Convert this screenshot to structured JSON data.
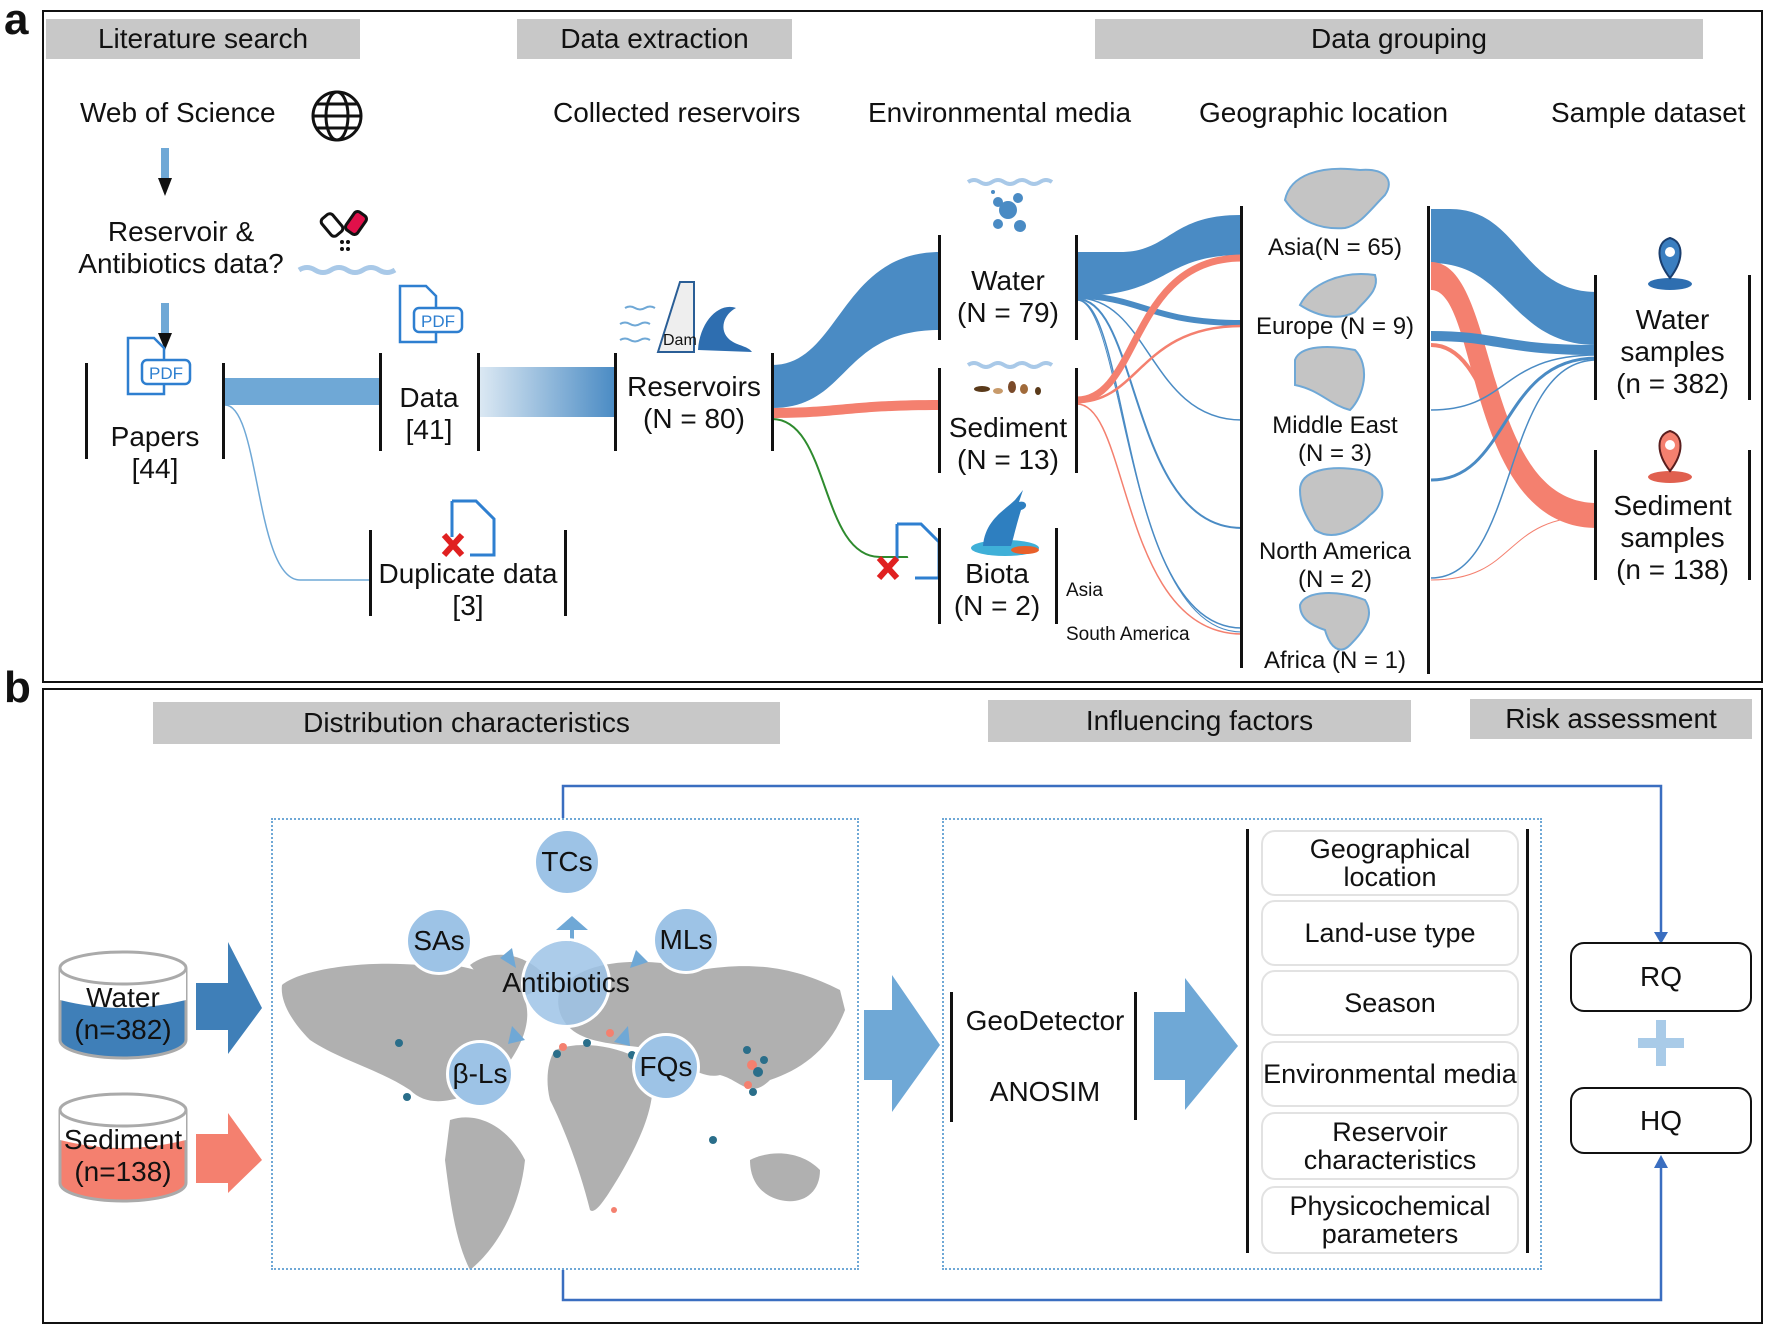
{
  "panel_a": {
    "letter": "a",
    "headers": {
      "literature_search": "Literature search",
      "data_extraction": "Data extraction",
      "data_grouping": "Data grouping"
    },
    "column_titles": {
      "web_of_science": "Web of Science",
      "collected_reservoirs": "Collected reservoirs",
      "environmental_media": "Environmental media",
      "geographic_location": "Geographic location",
      "sample_dataset": "Sample dataset"
    },
    "question": {
      "line1": "Reservoir &",
      "line2": "Antibiotics data?"
    },
    "nodes": {
      "papers": {
        "label": "Papers",
        "count": "[44]",
        "icon_text": "PDF"
      },
      "data": {
        "label": "Data",
        "count": "[41]",
        "icon_text": "PDF"
      },
      "duplicate": {
        "label": "Duplicate data",
        "count": "[3]"
      },
      "reservoirs": {
        "label": "Reservoirs",
        "count": "(N = 80)",
        "icon_text": "Dam"
      },
      "water": {
        "label": "Water",
        "count": "(N = 79)"
      },
      "sediment": {
        "label": "Sediment",
        "count": "(N = 13)"
      },
      "biota": {
        "label": "Biota",
        "count": "(N = 2)",
        "sub_asia": "Asia",
        "sub_south_america": "South America"
      },
      "asia": {
        "label": "Asia(N = 65)"
      },
      "europe": {
        "label": "Europe (N = 9)"
      },
      "middle_east": {
        "line1": "Middle East",
        "line2": "(N = 3)"
      },
      "north_america": {
        "line1": "North America",
        "line2": "(N = 2)"
      },
      "africa": {
        "label": "Africa (N = 1)"
      },
      "water_samples": {
        "line1": "Water",
        "line2": "samples",
        "line3": "(n = 382)"
      },
      "sediment_samples": {
        "line1": "Sediment",
        "line2": "samples",
        "line3": "(n = 138)"
      }
    },
    "colors": {
      "water": "#4a8bc4",
      "sediment": "#f4806f",
      "biota": "#2e8b2e",
      "flow_light": "#6fa8d6",
      "header": "#c8c8c8"
    }
  },
  "panel_b": {
    "letter": "b",
    "headers": {
      "distribution": "Distribution characteristics",
      "influencing": "Influencing factors",
      "risk": "Risk assessment"
    },
    "inputs": {
      "water": {
        "line1": "Water",
        "line2": "(n=382)"
      },
      "sediment": {
        "line1": "Sediment",
        "line2": "(n=138)"
      }
    },
    "antibiotics": {
      "center": "Antibiotics",
      "classes": [
        "TCs",
        "SAs",
        "MLs",
        "β-Ls",
        "FQs"
      ]
    },
    "methods": [
      "GeoDetector",
      "ANOSIM"
    ],
    "factors": [
      "Geographical location",
      "Land-use type",
      "Season",
      "Environmental media",
      "Reservoir characteristics",
      "Physicochemical parameters"
    ],
    "risk": {
      "rq": "RQ",
      "hq": "HQ",
      "plus": "+"
    }
  }
}
